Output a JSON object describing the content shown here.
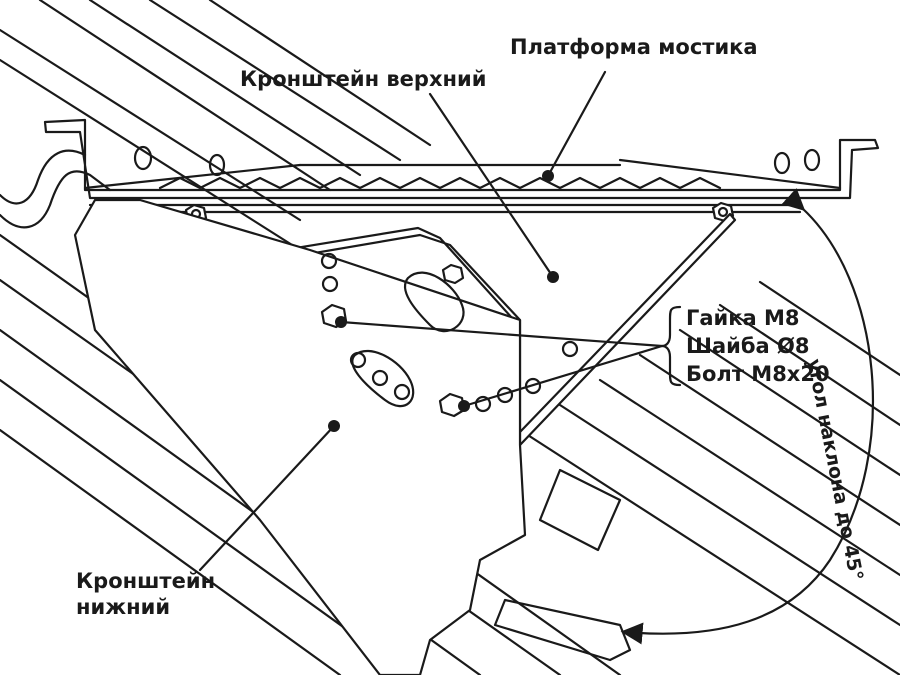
{
  "labels": {
    "platform": "Платформа мостика",
    "upper_bracket": "Кронштейн верхний",
    "lower_bracket_line1": "Кронштейн",
    "lower_bracket_line2": "нижний",
    "angle": "угол наклона до 45°"
  },
  "hardware": [
    "Гайка М8",
    "Шайба Ø8",
    "Болт М8х20"
  ],
  "colors": {
    "stroke": "#1a1a1a",
    "background": "#ffffff"
  }
}
